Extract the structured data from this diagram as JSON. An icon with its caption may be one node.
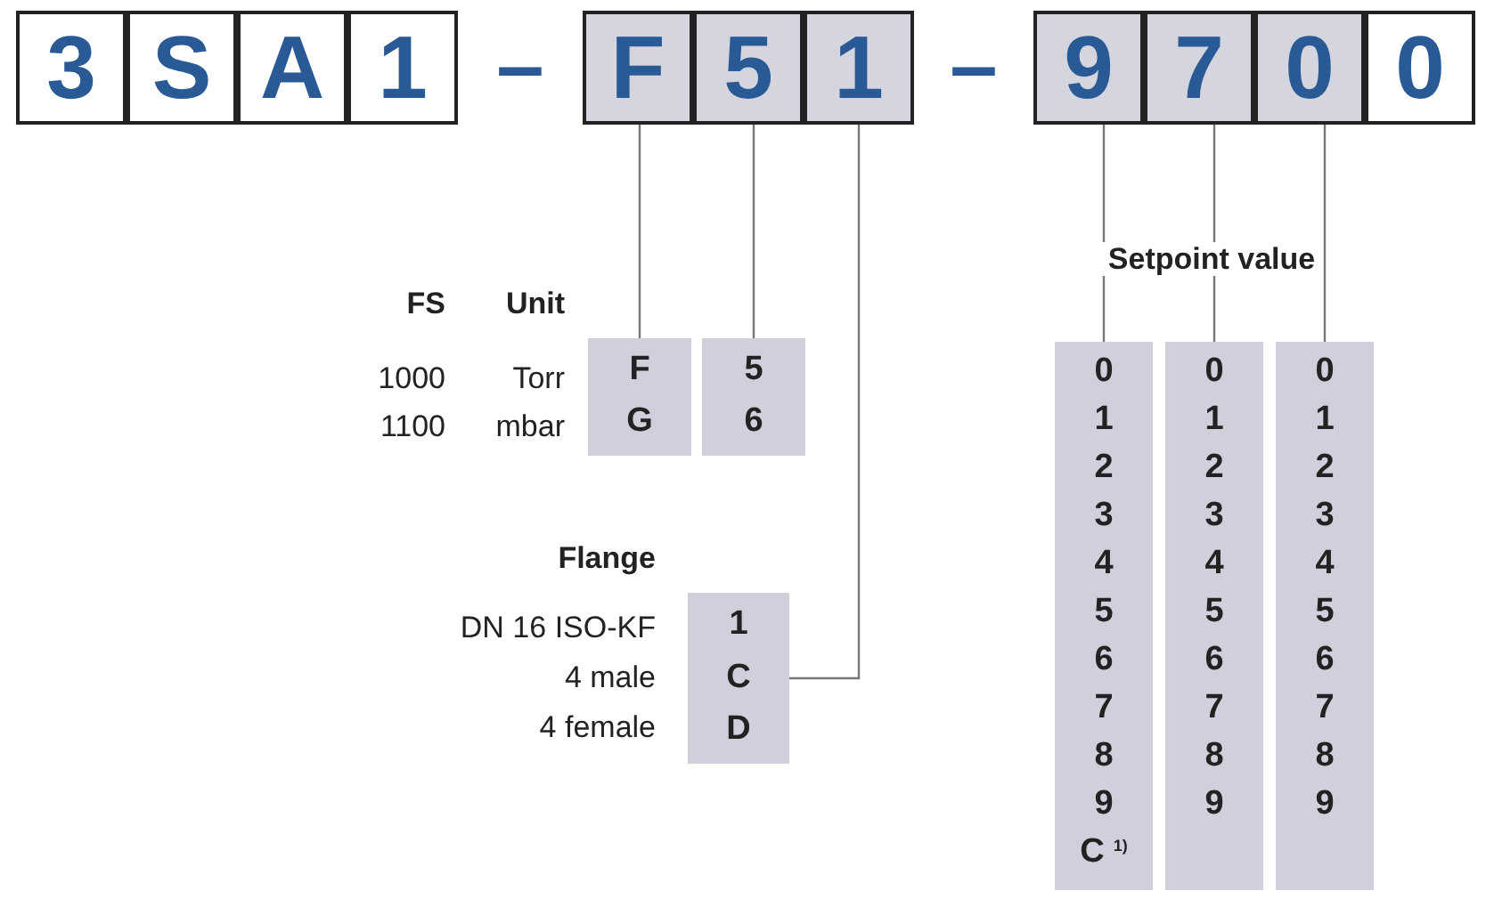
{
  "diagram": {
    "nodes": [
      {
        "text": [
          "3"
        ]
      },
      {
        "text": [
          "S"
        ]
      },
      {
        "text": [
          "A"
        ]
      },
      {
        "text": [
          "1"
        ]
      },
      {
        "text": [
          "F"
        ]
      },
      {
        "text": [
          "5"
        ]
      },
      {
        "text": [
          "1"
        ]
      },
      {
        "text": [
          "9"
        ]
      },
      {
        "text": [
          "7"
        ]
      },
      {
        "text": [
          "0"
        ]
      },
      {
        "text": [
          "0"
        ]
      },
      {
        "text": [
          "F",
          "G"
        ]
      },
      {
        "text": [
          "5",
          "6"
        ]
      },
      {
        "text": [
          "1",
          "C",
          "D"
        ]
      },
      {
        "text": [
          "0",
          "1",
          "2",
          "3",
          "4",
          "5",
          "6",
          "7",
          "8",
          "9",
          "C $^{1)}$"
        ]
      },
      {
        "text": [
          "0",
          "1",
          "2",
          "3",
          "4",
          "5",
          "6",
          "7",
          "8",
          "9"
        ]
      },
      {
        "text": [
          "0",
          "1",
          "2",
          "3",
          "4",
          "5",
          "6",
          "7",
          "8",
          "9"
        ]
      }
    ],
    "edges": [
      {
        "from": 4,
        "to": 11,
        "arrow": "none"
      },
      {
        "from": 5,
        "to": 12,
        "arrow": "none"
      },
      {
        "from": 6,
        "to": 13,
        "arrow": "none"
      },
      {
        "from": 7,
        "to": 14,
        "arrow": "none"
      },
      {
        "from": 8,
        "to": 15,
        "arrow": "none"
      },
      {
        "from": 9,
        "to": 16,
        "arrow": "none"
      }
    ],
    "labels": [
      "–",
      "–",
      "FS",
      "Unit",
      "1000",
      "Torr",
      "1100",
      "mbar",
      "Flange",
      "DN 16 ISO-KF",
      "4 male",
      "4 female",
      "Setpoint value"
    ]
  }
}
